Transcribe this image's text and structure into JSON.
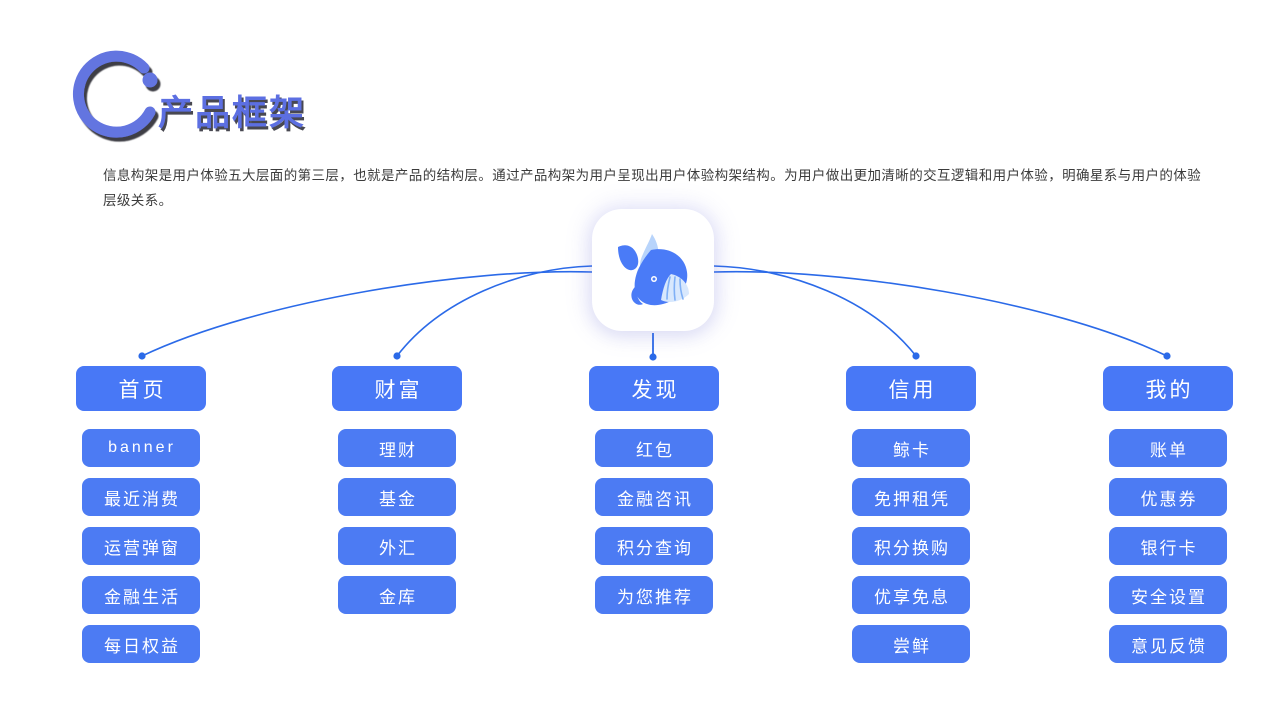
{
  "header": {
    "logo_icon": "c-arc-logo-icon",
    "title": "产品框架",
    "intro": "信息构架是用户体验五大层面的第三层，也就是产品的结构层。通过产品构架为用户呈现出用户体验构架结构。为用户做出更加清晰的交互逻辑和用户体验，明确星系与用户的体验层级关系。"
  },
  "colors": {
    "brand_blue": "#4878F6",
    "sub_blue": "#4C7BF3",
    "title_purple": "#5C6FE2",
    "connector_blue": "#2B6AE8",
    "whale_body": "#4A7BF7",
    "whale_light": "#B8D4FB",
    "background": "#FFFFFF"
  },
  "diagram": {
    "root": {
      "icon": "whale-app-icon",
      "label": ""
    },
    "columns": [
      {
        "category": "首页",
        "items": [
          "banner",
          "最近消费",
          "运营弹窗",
          "金融生活",
          "每日权益"
        ]
      },
      {
        "category": "财富",
        "items": [
          "理财",
          "基金",
          "外汇",
          "金库"
        ]
      },
      {
        "category": "发现",
        "items": [
          "红包",
          "金融咨讯",
          "积分查询",
          "为您推荐"
        ]
      },
      {
        "category": "信用",
        "items": [
          "鲸卡",
          "免押租凭",
          "积分换购",
          "优享免息",
          "尝鲜"
        ]
      },
      {
        "category": "我的",
        "items": [
          "账单",
          "优惠券",
          "银行卡",
          "安全设置",
          "意见反馈"
        ]
      }
    ]
  }
}
